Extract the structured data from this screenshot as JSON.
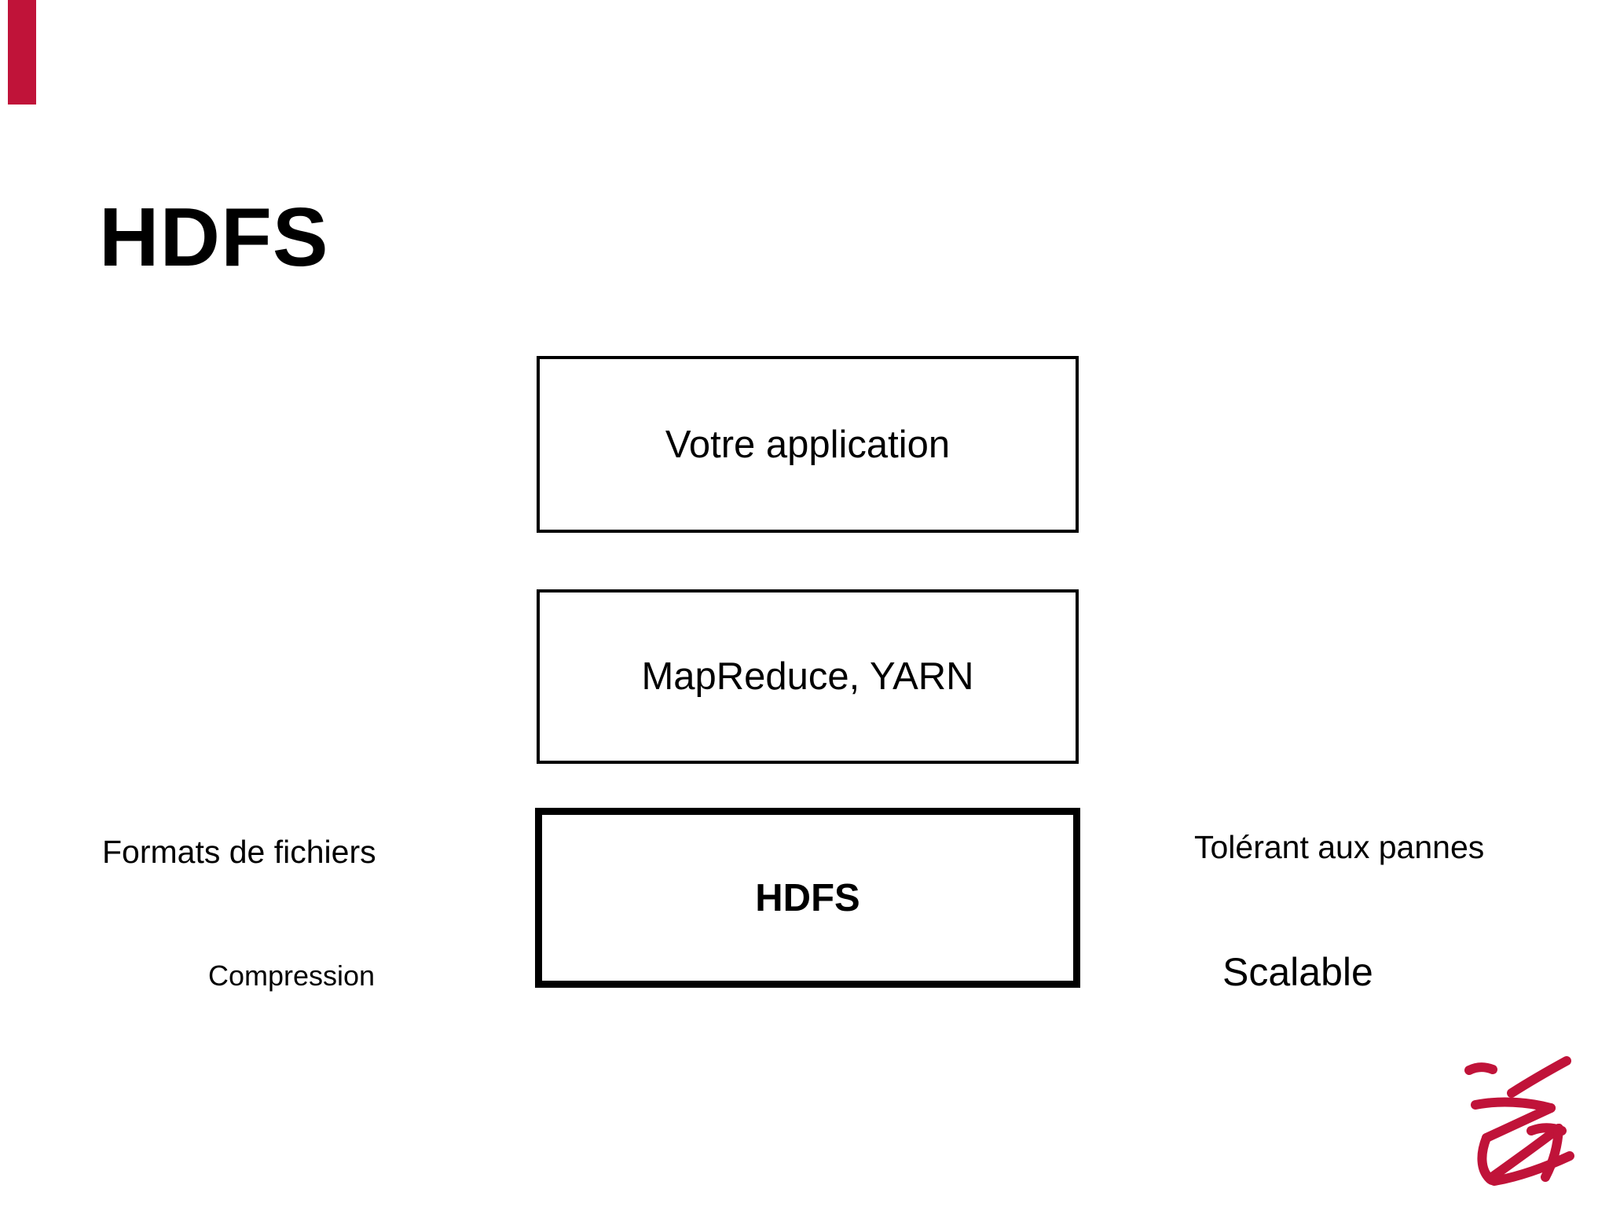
{
  "slide": {
    "background": "#ffffff",
    "accent_color": "#c01339",
    "title": "HDFS",
    "stack_boxes": [
      {
        "label": "Votre application",
        "emphasis": false
      },
      {
        "label": "MapReduce, YARN",
        "emphasis": false
      },
      {
        "label": "HDFS",
        "emphasis": true
      }
    ],
    "left_labels": [
      {
        "text": "Formats de fichiers"
      },
      {
        "text": "Compression"
      }
    ],
    "right_labels": [
      {
        "text": "Tolérant aux pannes"
      },
      {
        "text": "Scalable"
      }
    ],
    "logo": {
      "icon": "zenika-signature-icon",
      "color": "#c01339"
    }
  }
}
